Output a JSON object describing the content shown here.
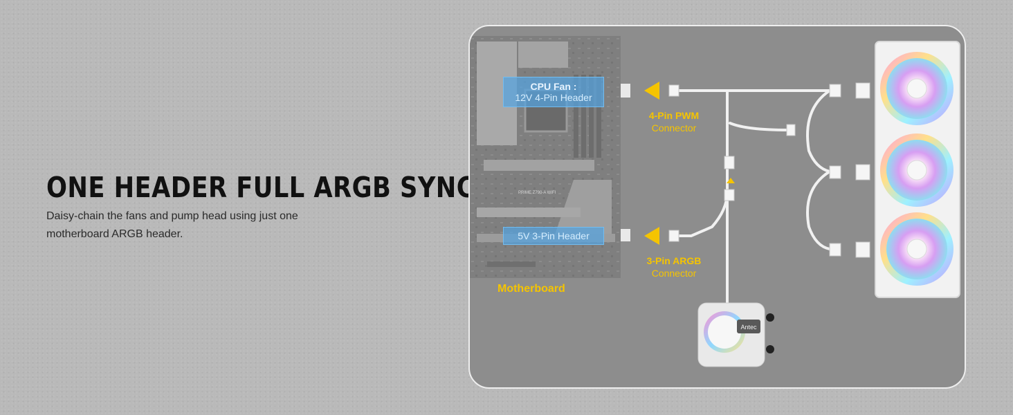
{
  "headline": "ONE HEADER FULL ARGB SYNC",
  "description": "Daisy-chain the fans and pump head using just one motherboard ARGB header.",
  "diagram": {
    "cpu_fan_label_line1": "CPU Fan :",
    "cpu_fan_label_line2": "12V 4-Pin Header",
    "argb_header_label": "5V 3-Pin Header",
    "pwm_connector_line1": "4-Pin PWM",
    "pwm_connector_line2": "Connector",
    "argb_connector_line1": "3-Pin ARGB",
    "argb_connector_line2": "Connector",
    "motherboard_label": "Motherboard",
    "pump_brand": "Antec",
    "board_model_text": "PRIME Z790-A WIFI"
  },
  "colors": {
    "accent_yellow": "#f5c400",
    "label_blue": "#54a4e0",
    "panel_gray": "#8d8d8d",
    "page_background": "#b9b9b9"
  },
  "icons": [
    "arrow-right-icon",
    "fan-icon",
    "pump-head-icon",
    "motherboard-icon",
    "connector-plug-icon"
  ]
}
